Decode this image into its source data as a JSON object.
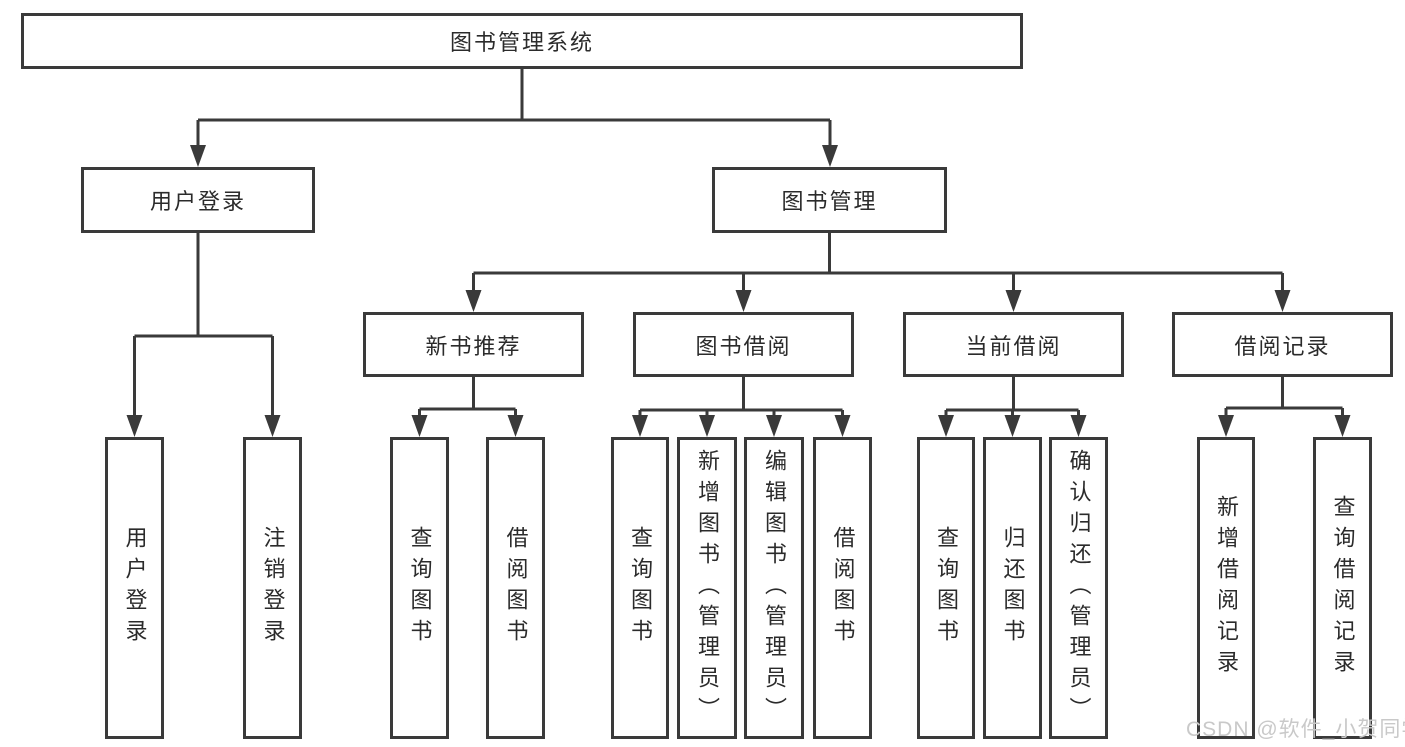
{
  "tree": {
    "label": "图书管理系统",
    "children": [
      {
        "label": "用户登录",
        "children": [
          {
            "label": "用户登录"
          },
          {
            "label": "注销登录"
          }
        ]
      },
      {
        "label": "图书管理",
        "children": [
          {
            "label": "新书推荐",
            "children": [
              {
                "label": "查询图书"
              },
              {
                "label": "借阅图书"
              }
            ]
          },
          {
            "label": "图书借阅",
            "children": [
              {
                "label": "查询图书"
              },
              {
                "label": "新增图书（管理员）"
              },
              {
                "label": "编辑图书（管理员）"
              },
              {
                "label": "借阅图书"
              }
            ]
          },
          {
            "label": "当前借阅",
            "children": [
              {
                "label": "查询图书"
              },
              {
                "label": "归还图书"
              },
              {
                "label": "确认归还（管理员）"
              }
            ]
          },
          {
            "label": "借阅记录",
            "children": [
              {
                "label": "新增借阅记录"
              },
              {
                "label": "查询借阅记录"
              }
            ]
          }
        ]
      }
    ]
  },
  "watermark": "CSDN @软件_小贺同学",
  "colors": {
    "line": "#3a3a3a",
    "box_border": "#3a3a3a",
    "text": "#2b2b2b",
    "watermark": "#c9c9c9",
    "background": "#ffffff"
  }
}
